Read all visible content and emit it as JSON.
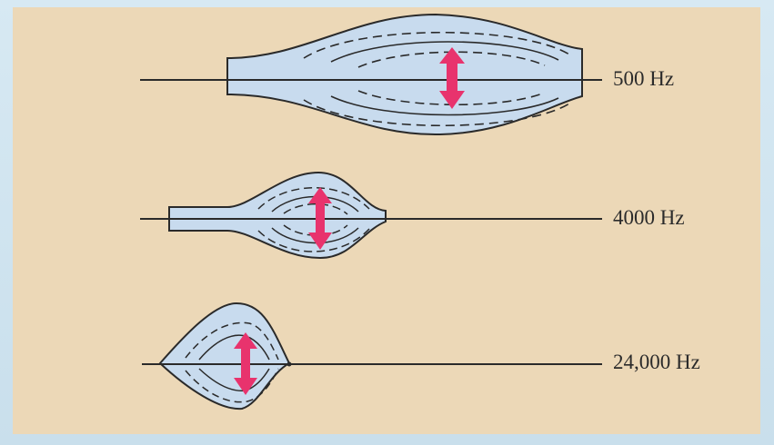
{
  "diagram": {
    "curves": [
      {
        "label": "500 Hz",
        "arrow": "double-arrow-icon"
      },
      {
        "label": "4000 Hz",
        "arrow": "double-arrow-icon"
      },
      {
        "label": "24,000 Hz",
        "arrow": "double-arrow-icon"
      }
    ]
  },
  "colors": {
    "panel": "#ecd8b7",
    "envelope_fill": "#c8dbee",
    "envelope_stroke": "#2a2a2a",
    "arrow": "#e8336d"
  }
}
